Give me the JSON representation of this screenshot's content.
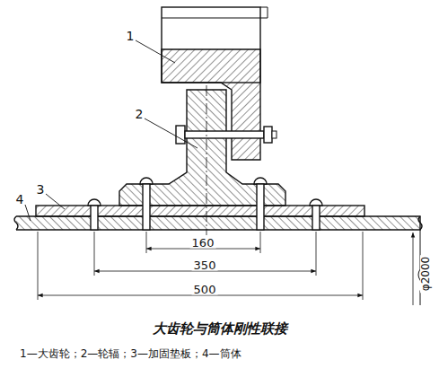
{
  "diagram": {
    "caption": "大齿轮与筒体刚性联接",
    "labels": [
      "1",
      "2",
      "3",
      "4",
      "160",
      "350",
      "500",
      "φ2000",
      "1—大齿轮；2—轮辐；3—加固垫板；4—筒体"
    ]
  }
}
